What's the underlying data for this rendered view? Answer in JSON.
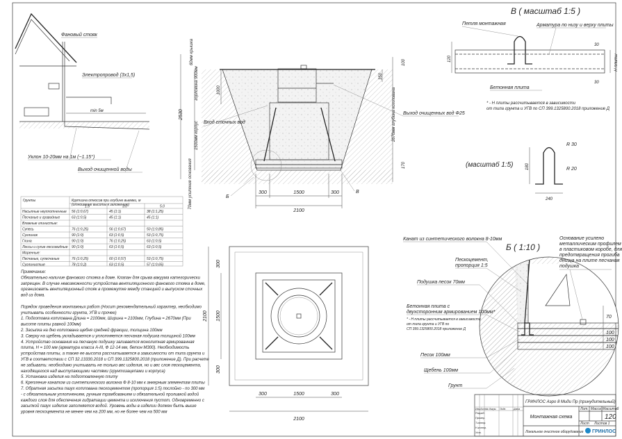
{
  "house": {
    "fan_riser": "Фановый стояк",
    "power_cable": "Электропровод (3х1,5)",
    "min_distance": "min 5м",
    "slope": "Уклон 10-20мм на 1м (~1.15°)",
    "outlet": "Выход очищенной воды"
  },
  "section": {
    "cover": "60мм крышка",
    "neck": "горловина 900мм",
    "body": "1500мм корпус",
    "base": "70мм усиление основания",
    "total_height": "2530",
    "dim_1000": "1000",
    "dim_350": "350",
    "dim_100": "100",
    "dim_170": "170",
    "pit_depth": "2670мм глубина котлована",
    "inlet": "Вход сточных вод",
    "outlet": "Выход очищенных вод Ф25",
    "mark_b": "Б",
    "mark_v": "В",
    "dim_left": "300",
    "dim_mid": "1500",
    "dim_right": "300",
    "dim_total": "2100"
  },
  "detail_v": {
    "title": "В ( масштаб 1:5 )",
    "loop": "Петля монтажная",
    "rebar": "Арматура по низу и верху плиты",
    "slab": "Бетонная плита",
    "dim_120": "120",
    "dim_30a": "30",
    "dim_30b": "30",
    "h_slab": "H плиты",
    "note1": "* - Н плиты рассчитывается в зависимости",
    "note2": "от типа грунта и УГВ по СП 399.1325800.2018 приложение Д"
  },
  "loop_detail": {
    "title": "(масштаб 1:5)",
    "r30": "R 30",
    "r20": "R 20",
    "h180": "180",
    "w240": "240"
  },
  "soil_table": {
    "header_soil": "Грунты",
    "header_slopes1": "Крутизна откосов при глубине выемки, м",
    "header_slopes2": "(отношение высоты к заложению)",
    "depths": [
      "1.5",
      "3.0",
      "5.0"
    ],
    "rows": [
      {
        "name": "Насыпные неуплотненные",
        "v": [
          "56 (1:0,67)",
          "45 (1:1)",
          "38 (1:1,25)"
        ]
      },
      {
        "name": "Песчаные и гравийные",
        "v": [
          "63 (1:0,5)",
          "45 (1:1)",
          "45 (1:1)"
        ]
      },
      {
        "name": "Влажные глинистые:",
        "v": [
          "",
          "",
          ""
        ]
      },
      {
        "name": "Супесь",
        "v": [
          "76 (1:0,25)",
          "56 (1:0,67)",
          "50 (1:0,85)"
        ]
      },
      {
        "name": "Суглинок",
        "v": [
          "90 (1:0)",
          "63 (1:0,5)",
          "53 (1:0,75)"
        ]
      },
      {
        "name": "Глина",
        "v": [
          "90 (1:0)",
          "76 (1:0,25)",
          "63 (1:0,5)"
        ]
      },
      {
        "name": "Лессы и сухие лессовидные",
        "v": [
          "90 (1:0)",
          "63 (1:0,5)",
          "63 (1:0,5)"
        ]
      },
      {
        "name": "Моренные:",
        "v": [
          "",
          "",
          ""
        ]
      },
      {
        "name": "Песчаные, супесчаные",
        "v": [
          "76 (1:0,25)",
          "60 (1:0,57)",
          "53 (1:0,75)"
        ]
      },
      {
        "name": "Суглинистые",
        "v": [
          "78 (1:0,2)",
          "63 (1:0,5)",
          "57 (1:0,65)"
        ]
      }
    ]
  },
  "notes": [
    "Примечание:",
    "Обязательно наличие фанового стояка в доме. Клапан для срыва вакуума категорически",
    "запрещен. В случае невозможности устройства вентиляционного фанового стояка в доме,",
    "организовать вентиляционный стояк в промежутке между станцией и выпуском сточных",
    "вод из дома.",
    "",
    "Порядок проведения монтажных работ (Носит рекомендательный характер, необходимо",
    "учитывать особенности грунта, УГВ и прочее)",
    "1. Подготовка котлована Длина = 2100мм, Ширина = 2100мм, Глубина = 2670мм (При",
    "высоте плиты равной 100мм)",
    "2. Засыпка на дно котлована щебня средней фракции, толщина 100мм",
    "3. Сверху на щебень укладывается и уплотняется песчаная подушка толщиной 100мм",
    "4. Устройство основания на песчаную подушку заливается монолитная армированная",
    "плита, Н = 100 мм (арматура класса А-III, Ф 12-14 мм, бетон М300). Необходимость",
    "устройства плиты, а также ее высота рассчитывается в зависимости от типа грунта и",
    "УГВ в соответствии с СП 32.13330.2018 и СП 399.1325800.2018 (приложение Д). При расчете",
    "не забывать: необходимо учитывать не только вес изделия, но и вес слоя пескоцемента,",
    "находящегося над выступающими частями (грунтозацепами и корпуса)",
    "5. Установка изделия на подготовленную плиту",
    "6. Крепление канатом из синтетического волокна Ф 8-10 мм к анкерным элементам плиты",
    "7. Обратная засыпка пазух котлована пескоцементом (пропорция 1:5) послойно - по 300 мм",
    "- с обязательным уплотнением, ручным трамбованием и обязательной проливкой водой",
    "каждого слоя для обеспечения гидратации цемента и исключения пустот. Одновременно с",
    "засыпкой пазух изделие заполняется водой. Уровень воды в изделии должен быть выше",
    "уровня пескоцемента не менее чем на 200 мм, но не более чем на 500 мм"
  ],
  "plan": {
    "dim_300a": "300",
    "dim_1500": "1500",
    "dim_300b": "300",
    "dim_2100": "2100",
    "v_300a": "300",
    "v_1500": "1500",
    "v_300b": "300",
    "v_2100": "2100"
  },
  "detail_b": {
    "title": "Б ( 1:10 )",
    "rope": "Канат из синтетического волокна 8-10мм",
    "sand_cement1": "Пескоцемент,",
    "sand_cement2": "пропорция 1:5",
    "sand_pad": "Подушка песок 70мм",
    "slab1": "Бетонная плита с",
    "slab2": "двухсторонним армированием 100мм*",
    "note1": "* - Н плиты рассчитывается в зависимости",
    "note2": "от типа грунта и УГВ по",
    "note3": "СП 399.1325800.2018 приложение Д",
    "base1": "Основание усилено",
    "base2": "металлическим профилем",
    "base3": "в пластиковом коробе, для",
    "base4": "предотвращения прогиба",
    "base5": "днища на плите песчаная",
    "base6": "подушка",
    "sand": "Песок 100мм",
    "gravel": "Щебень 100мм",
    "soil": "Грунт",
    "d70": "70",
    "d100a": "100",
    "d100b": "100",
    "d100c": "100"
  },
  "title_block": {
    "product": "ГРИНЛОС Аэро 8 Миди Пр (принудительный)",
    "drawing": "Монтажная схема",
    "org": "Локальное очистное оборудование",
    "mass": "120",
    "lit": "Лит.",
    "mass_label": "Масса",
    "scale_label": "Масштаб",
    "sheet": "Лист",
    "sheets": "Листов 1",
    "cols": [
      "Изм.",
      "Лист",
      "№ докум.",
      "Подп.",
      "Дата"
    ],
    "roles": [
      "Разраб.",
      "Провер.",
      "Т.контр.",
      "Н.контр.",
      "Утв."
    ],
    "logo": "ГРИНЛОС"
  }
}
